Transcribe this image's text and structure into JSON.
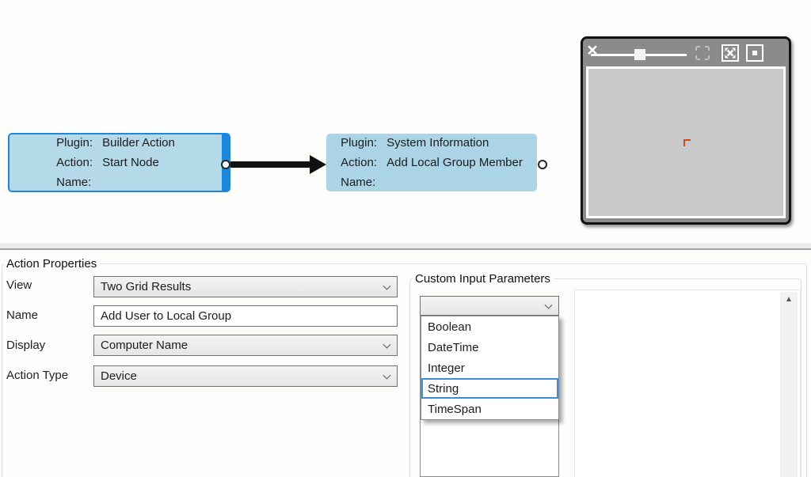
{
  "canvas": {
    "left_node": {
      "rows": [
        {
          "label": "Plugin:",
          "value": "Builder Action"
        },
        {
          "label": "Action:",
          "value": "Start Node"
        },
        {
          "label": "Name:",
          "value": ""
        }
      ]
    },
    "right_node": {
      "rows": [
        {
          "label": "Plugin:",
          "value": "System Information"
        },
        {
          "label": "Action:",
          "value": "Add Local Group Member"
        },
        {
          "label": "Name:",
          "value": ""
        }
      ]
    }
  },
  "minimap": {
    "close_glyph": "×"
  },
  "properties": {
    "title": "Action Properties",
    "fields": [
      {
        "label": "View",
        "value": "Two Grid Results"
      },
      {
        "label": "Name",
        "value": "Add User to Local Group"
      },
      {
        "label": "Display",
        "value": "Computer Name"
      },
      {
        "label": "Action Type",
        "value": "Device"
      }
    ],
    "custom_group": {
      "title": "Custom Input Parameters",
      "selected_value": "",
      "options": [
        "Boolean",
        "DateTime",
        "Integer",
        "String",
        "TimeSpan"
      ],
      "highlighted_option": "String",
      "scroll_up_glyph": "▲"
    }
  },
  "colors": {
    "node_fill": "#b2d7e8",
    "node_selection_blue": "#1d87e0",
    "option_highlight_border": "#3e8ed0",
    "viewport_marker_orange": "#d2491a",
    "minimap_header": "#8b8b8b"
  }
}
